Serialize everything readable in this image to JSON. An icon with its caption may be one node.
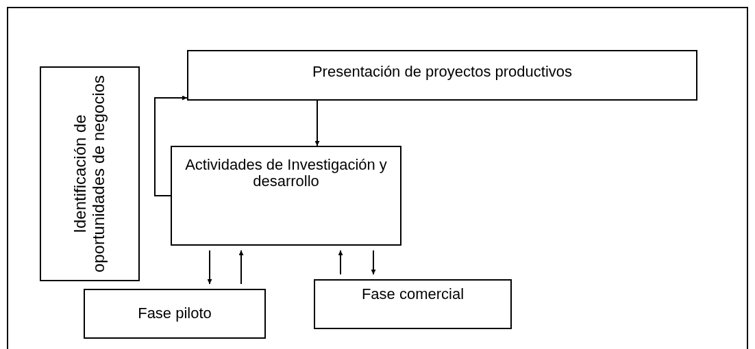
{
  "diagram": {
    "nodes": [
      {
        "text": [
          "Identificación de oportunidades de negocios"
        ]
      },
      {
        "text": [
          "Presentación de proyectos productivos"
        ]
      },
      {
        "text": [
          "Actividades de Investigación y desarrollo"
        ]
      },
      {
        "text": [
          "Fase piloto"
        ]
      },
      {
        "text": [
          "Fase comercial"
        ]
      }
    ],
    "edges": [
      {
        "from": 2,
        "to": 1,
        "arrow": "to"
      },
      {
        "from": 1,
        "to": 2,
        "arrow": "to"
      },
      {
        "from": 2,
        "to": 3,
        "arrow": "to"
      },
      {
        "from": 3,
        "to": 2,
        "arrow": "to"
      },
      {
        "from": 4,
        "to": 2,
        "arrow": "to"
      },
      {
        "from": 2,
        "to": 4,
        "arrow": "to"
      }
    ]
  }
}
